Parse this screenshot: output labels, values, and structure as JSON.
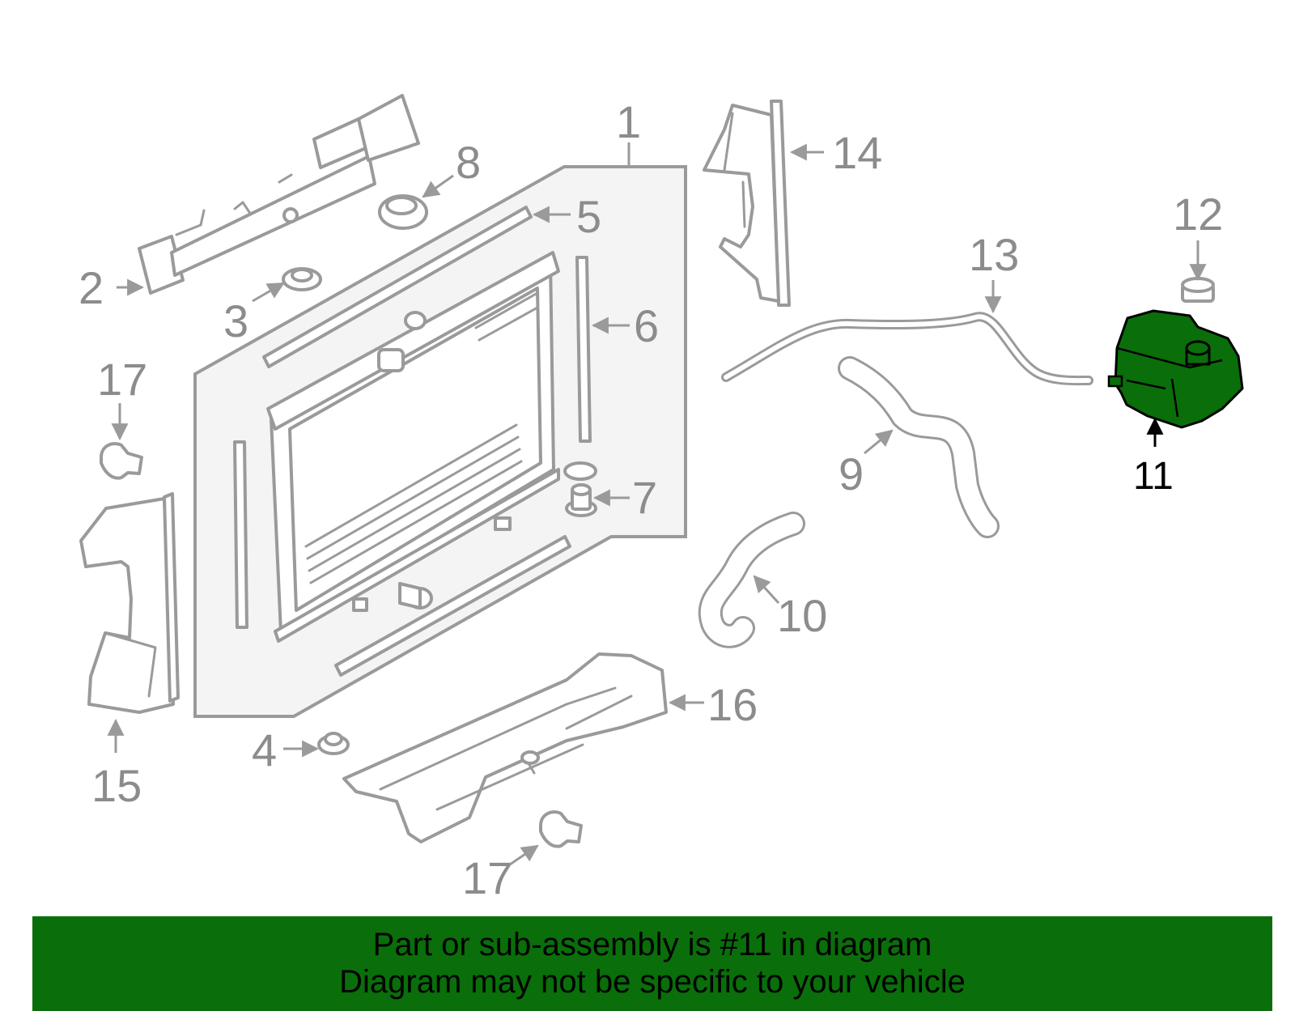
{
  "callouts": {
    "c1": "1",
    "c2": "2",
    "c3": "3",
    "c4": "4",
    "c5": "5",
    "c6": "6",
    "c7": "7",
    "c8": "8",
    "c9": "9",
    "c10": "10",
    "c11": "11",
    "c12": "12",
    "c13": "13",
    "c14": "14",
    "c15": "15",
    "c16": "16",
    "c17a": "17",
    "c17b": "17"
  },
  "highlighted_part": "11",
  "colors": {
    "highlight": "#0a6e0a",
    "line_art": "#9a9a9a",
    "assembly_bg": "#f4f4f4"
  },
  "banner": {
    "line1": "Part or sub-assembly is #11 in diagram",
    "line2": "Diagram may not be specific to your vehicle"
  }
}
